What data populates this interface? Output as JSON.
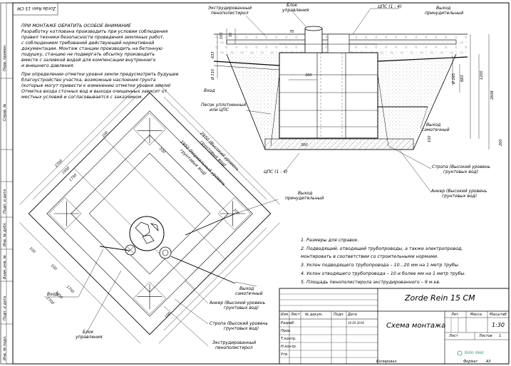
{
  "frame": {
    "stamp_top": "Zorde Rein 15 СМ",
    "left_strip": [
      "Перв. примен.",
      "Справ. №",
      "Подп. и дата",
      "Инв. № дубл.",
      "Взам. инв. №",
      "Подп. и дата",
      "Инв. № подл."
    ]
  },
  "notes": {
    "heading": "ПРИ МОНТАЖЕ ОБРАТИТЬ ОСОБОЕ ВНИМАНИЕ",
    "p1": [
      "Разработку котлована производить при условии соблюдения",
      "правил техники безопасности проведения земляных работ,",
      "с соблюдением требований действующей нормативной",
      "документации. Монтаж станции производить на бетонную",
      "подушку, станцию не подвергать обсыпку производить",
      "вместе с заливкой водой для компенсации внутреннего",
      "и внешнего давления."
    ],
    "p2": [
      "При определении отметки уровня земли предусмотреть будущее",
      "благоустройство участка, возможные наслоения грунта",
      "(которые могут привести к изменению отметки уровня земли)",
      "Отметка входа сточных вод и выхода очищенных зависит от",
      "местных условий и согласовывается с заказчиком."
    ]
  },
  "section_labels": {
    "foam": [
      "Экструдированный",
      "пенополистирол"
    ],
    "block": [
      "Блок",
      "управления"
    ],
    "cps_top": "ЦПС (1 : 4)",
    "outlet_main": [
      "Выход",
      "принудительный"
    ],
    "sand": [
      "Песок уплотненный",
      "или ЦПС"
    ],
    "inlet": "Вход",
    "outlet_gravity": [
      "Выход",
      "самотечный"
    ],
    "cps_bottom": "ЦПС (1 : 4)",
    "sling": [
      "Стропа (Высокий уровень",
      "грунтовых вод)"
    ],
    "anchor": [
      "Анкер (Высокий уровень",
      "грунтовых вод)"
    ],
    "dims": {
      "d100": "100",
      "d50": "50",
      "d70": "70",
      "d633": "633",
      "d110": "Ø 110",
      "d300a": "300",
      "d300b": "300",
      "d265": "Ø 265",
      "d683": "683",
      "d1200": "1200",
      "d2608": "2608",
      "d100b": "100",
      "d200": "200"
    }
  },
  "plan_labels": {
    "outlet_main": [
      "Выход",
      "принудительный"
    ],
    "inlet": "Вход",
    "outlet_gravity": [
      "Выход",
      "самотечный"
    ],
    "anchor": [
      "Анкер (Высокий уровень",
      "грунтовых вод)"
    ],
    "sling": [
      "Стропа (Высокий уровень",
      "грунтовых вод)"
    ],
    "foam": [
      "Экструдированный",
      "пенополистирол"
    ],
    "block": [
      "Блок",
      "управления"
    ],
    "dim_high": [
      "2950 (Высокий уровень",
      "грунтовых вод)"
    ],
    "dim_norm": [
      "1950 (Нормальный уровень",
      "грунтовых вод)"
    ],
    "dims": [
      "2700",
      "1950",
      "1750",
      "100",
      "100",
      "100",
      "100",
      "1750",
      "1950",
      "2700",
      "100",
      "100"
    ]
  },
  "spec_notes": [
    "1. Размеры для справок.",
    "2. Подводящий, отводящий трубопроводы, а также электропровод,",
    "монтировать в соответствии со строительными нормами.",
    "3. Уклон подводящего трубопровода – 10...20 мм на 1 метр трубы.",
    "4. Уклон отводящего трубопровода – 10 и более мм на 1 метр трубы.",
    "5. Площадь пенополистирола экструдированного – 9 м.кв."
  ],
  "title_block": {
    "product": "Zorde Rein 15 СМ",
    "drawing": "Схема монтажа",
    "col_headers": [
      "Изм.",
      "Лист",
      "№ докум.",
      "Подп.",
      "Дата"
    ],
    "roles": [
      "Разраб.",
      "Пров.",
      "Т.контр.",
      "Н.контр.",
      "Утв."
    ],
    "date": "16.05.2016",
    "lit": "Лит.",
    "mass": "Масса",
    "scale_label": "Масштаб",
    "scale": "1:30",
    "sheet": "Лист",
    "sheets": "Листов",
    "sheets_val": "1",
    "company": "Kolo Vesi",
    "copied": "Копировал",
    "format": "Формат",
    "format_val": "А3"
  }
}
